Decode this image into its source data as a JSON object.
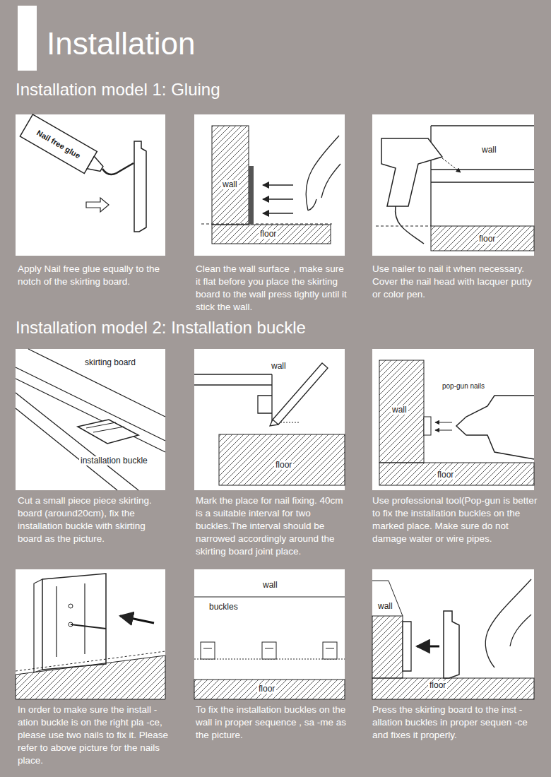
{
  "diagram": {
    "title": "Installation",
    "labels": [
      "Installation model 1: Gluing",
      "Nail free glue",
      "wall",
      "floor",
      "wall",
      "floor",
      "Apply Nail free glue equally to the notch of the skirting board.",
      "Clean the wall surface，make sure it flat before you place the skirting board to the wall press tightly until it stick the wall.",
      "Use nailer to nail it when necessary. Cover the nail head with lacquer putty or color pen.",
      "Installation model 2: Installation buckle",
      "skirting board",
      "installation buckle",
      "wall",
      "floor",
      "pop-gun nails",
      "wall",
      "floor",
      "Cut a small piece piece skirting. board (around20cm), fix the installation buckle with skirting board as the picture.",
      "Mark the place for nail fixing. 40cm is a suitable interval for two buckles.The interval should be narrowed accordingly around the skirting board joint place.",
      "Use professional tool(Pop-gun is better to fix the installation buckles on the marked place. Make sure do not damage water or wire pipes.",
      "wall",
      "buckles",
      "floor",
      "wall",
      "floor",
      "In order to make sure the install -ation buckle is on the right pla -ce, please use two nails to fix it. Please refer to above picture for the nails place.",
      "To fix the installation buckles on the wall in proper sequence , sa -me as the picture.",
      "Press the skirting board to the inst -allation buckles in proper sequen -ce and fixes it properly."
    ]
  }
}
